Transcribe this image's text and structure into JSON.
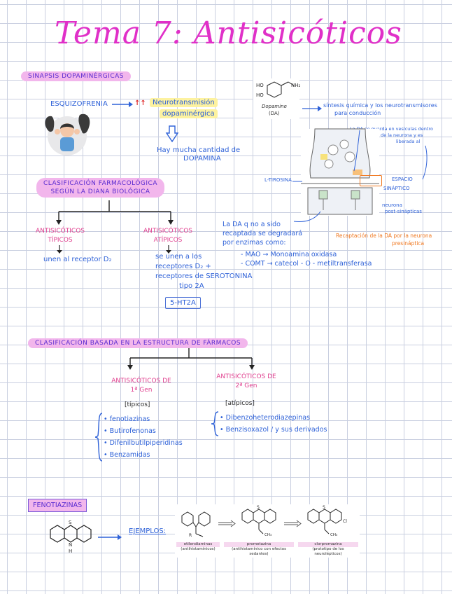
{
  "title": "Tema 7: Antisicóticos",
  "section1": {
    "heading": "SINAPSIS DOPAMINÉRGICAS",
    "esquizofrenia": "ESQUIZOFRENIA",
    "arrow_mark": "↑↑",
    "neuro_line1": "Neurotransmisión",
    "neuro_line2": "dopaminérgica",
    "hay_line1": "Hay mucha cantidad de",
    "hay_line2": "DOPAMINA",
    "molecule_label": "Dopamine",
    "molecule_abbr": "(DA)",
    "molecule_ho1": "HO",
    "molecule_ho2": "HO",
    "molecule_nh2": "NH₂",
    "sintesis_line1": "síntesis química y los neurotransmisores",
    "sintesis_line2": "para conducción",
    "da_guarda_line1": "La DA se guarda en vesículas dentro",
    "da_guarda_line2": "de la neurona y es",
    "da_guarda_line3": "liberada al",
    "l_tirosina": "L-TIROSINA",
    "espacio_line1": "ESPACIO",
    "espacio_line2": "SINÁPTICO",
    "neurona_line1": "neurona",
    "neurona_line2": "post-sinápticas",
    "recaptacion_line1": "Recaptación de la DA por la neurona",
    "recaptacion_line2": "presináptica",
    "da_recept_line1": "La DA q no a sido",
    "da_recept_line2": "recaptada se degradará",
    "da_recept_line3": "por enzimas como:",
    "mao": "- MAO → Monoamina oxidasa",
    "comt": "- COMT → catecol - O - metiltransferasa"
  },
  "section2": {
    "heading_line1": "CLASIFICACIÓN FARMACOLÓGICA",
    "heading_line2": "SEGÚN LA DIANA BIOLÓGICA",
    "tipicos_line1": "ANTISICÓTICOS",
    "tipicos_line2": "TÍPICOS",
    "atipicos_line1": "ANTISICÓTICOS",
    "atipicos_line2": "ATÍPICOS",
    "tipicos_desc": "unen al receptor D₂",
    "atipicos_desc_line1": "se unen a los",
    "atipicos_desc_line2": "receptores D₂ +",
    "atipicos_desc_line3": "receptores de SEROTONINA",
    "atipicos_desc_line4": "tipo 2A",
    "receptor_box": "5-HT2A"
  },
  "section3": {
    "heading": "CLASIFICACIÓN BASADA EN LA ESTRUCTURA DE FÁRMACOS",
    "gen1_line1": "ANTISICÓTICOS DE",
    "gen1_line2": "1ª Gen",
    "gen2_line1": "ANTISICÓTICOS DE",
    "gen2_line2": "2ª Gen",
    "gen1_note": "[típicos]",
    "gen2_note": "[atípicos]",
    "gen1_items": [
      "• fenotiazinas",
      "• Butirofenonas",
      "• Difenilbutilpiperidinas",
      "• Benzamidas"
    ],
    "gen2_items": [
      "• Dibenzoheterodiazepinas",
      "• Benzisoxazol / y sus derivados"
    ]
  },
  "section4": {
    "heading": "FENOTIAZINAS",
    "ejemplos": "EJEMPLOS:",
    "ex1_name": "etilendiaminas",
    "ex1_sub": "(antihistamínicos)",
    "ex2_name": "prometazina",
    "ex2_sub": "(antihistamínico con efectos sedantes)",
    "ex3_name": "clorpromazina",
    "ex3_sub": "(prototipo de los neurolépticos)",
    "atom_s": "S",
    "atom_n": "N",
    "atom_h": "H",
    "atom_cl": "Cl",
    "atom_r": "R",
    "atom_ch3": "CH₃"
  },
  "colors": {
    "title": "#e030c8",
    "highlight": "#f2b6ec",
    "blue_ink": "#2f62d8",
    "pink_ink": "#e0408f",
    "orange_ink": "#f07820"
  }
}
